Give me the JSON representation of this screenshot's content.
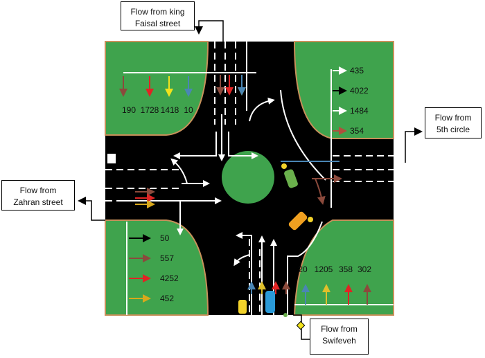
{
  "boxes": {
    "north": {
      "line1": "Flow from king",
      "line2": "Faisal street"
    },
    "east": {
      "line1": "Flow from",
      "line2": "5th circle"
    },
    "west": {
      "line1": "Flow from",
      "line2": "Zahran street"
    },
    "south": {
      "line1": "Flow from",
      "line2": "Swifeveh"
    }
  },
  "flows": {
    "north": [
      {
        "value": "190",
        "color": "#8b4a3c"
      },
      {
        "value": "1728",
        "color": "#e02424"
      },
      {
        "value": "1418",
        "color": "#f2e21c"
      },
      {
        "value": "10",
        "color": "#4a86b4"
      }
    ],
    "east": [
      {
        "value": "435",
        "color": "#ffffff"
      },
      {
        "value": "4022",
        "color": "#000000"
      },
      {
        "value": "1484",
        "color": "#ffffff"
      },
      {
        "value": "354",
        "color": "#b0503c"
      }
    ],
    "west": [
      {
        "value": "50",
        "color": "#000000"
      },
      {
        "value": "557",
        "color": "#8b4a3c"
      },
      {
        "value": "4252",
        "color": "#e02424"
      },
      {
        "value": "452",
        "color": "#d8a81c"
      }
    ],
    "south": [
      {
        "value": "20",
        "color": "#4a86b4"
      },
      {
        "value": "1205",
        "color": "#e0c02a"
      },
      {
        "value": "358",
        "color": "#e02424"
      },
      {
        "value": "302",
        "color": "#8b4a3c"
      }
    ]
  },
  "colors": {
    "grass": "#3fa34d",
    "road": "#000000",
    "curb": "#c8905a",
    "roundabout": "#3fa34d"
  }
}
